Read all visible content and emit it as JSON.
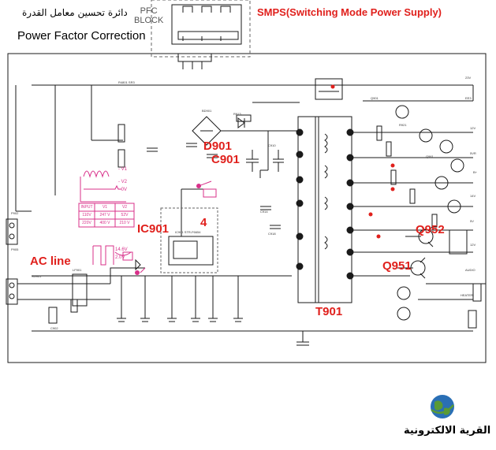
{
  "titles": {
    "arabic_pfc": "دائرة تحسين معامل القدرة",
    "pfc_english": "Power  Factor  Correction",
    "smps": "SMPS(Switching Mode Power Supply)",
    "pfc_block_line1": "PFC",
    "pfc_block_line2": "BLOCK"
  },
  "labels": {
    "d901": "D901",
    "c901": "C901",
    "ic901": "IC901",
    "pin4": "4",
    "ac_line": "AC line",
    "t901": "T901",
    "q952": "Q952",
    "q951": "Q951"
  },
  "table": {
    "headers": [
      "INPUT",
      "V1",
      "V2"
    ],
    "rows": [
      [
        "110V",
        "247 V",
        "52V"
      ],
      [
        "220V",
        "400 V",
        "210 V"
      ]
    ]
  },
  "wave_labels": [
    "- V1",
    "- V2",
    "- 0V"
  ],
  "small_values": [
    "14.6V",
    "2.0V"
  ],
  "logo": {
    "text": "القرية الالكترونية",
    "colors": {
      "globe_blue": "#2a6fb5",
      "globe_green": "#5a9a35"
    }
  },
  "colors": {
    "accent_red": "#e0201c",
    "annotation_pink": "#d8308a",
    "line": "#1a1a1a"
  }
}
